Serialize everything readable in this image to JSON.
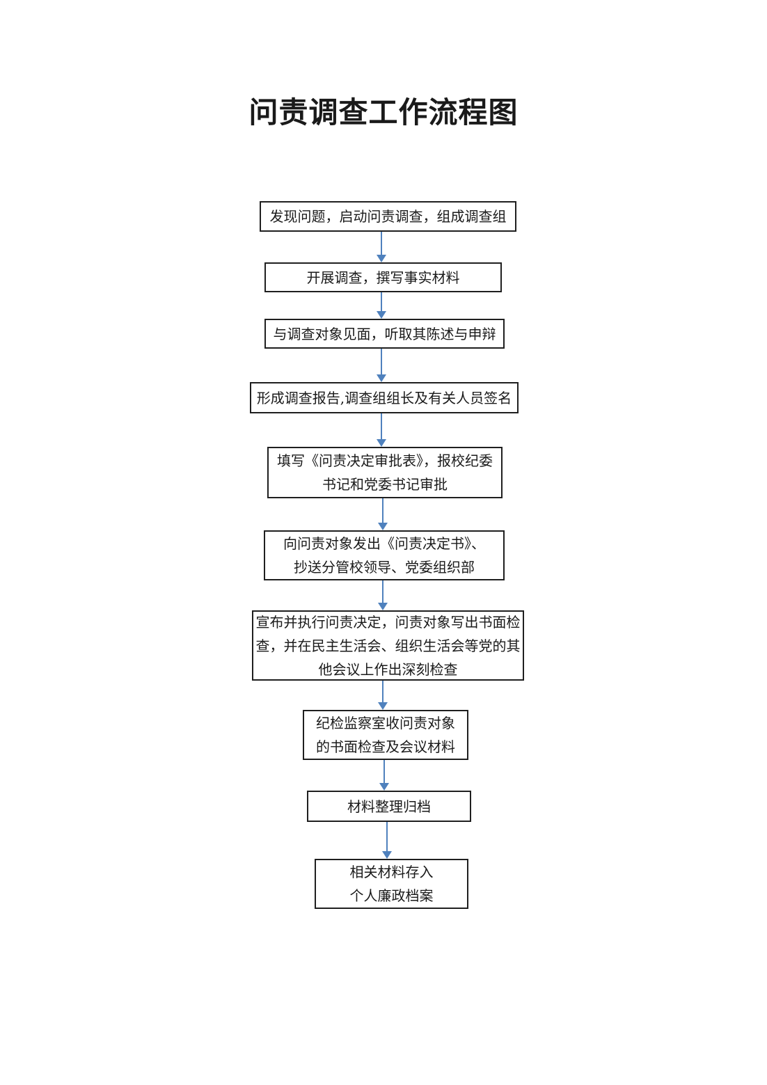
{
  "title": "问责调查工作流程图",
  "colors": {
    "arrow": "#4f81bd",
    "box_border": "#1f1f1f",
    "text": "#1a1a1a"
  },
  "flowchart": {
    "steps": [
      {
        "label": "发现问题，启动问责调查，组成调查组"
      },
      {
        "label": "开展调查，撰写事实材料"
      },
      {
        "label": "与调查对象见面，听取其陈述与申辩"
      },
      {
        "label": "形成调查报告,调查组组长及有关人员签名"
      },
      {
        "label": "填写《问责决定审批表》，报校纪委\n书记和党委书记审批"
      },
      {
        "label": "向问责对象发出《问责决定书》、\n抄送分管校领导、党委组织部"
      },
      {
        "label": "宣布并执行问责决定，问责对象写出书面检\n查，并在民主生活会、组织生活会等党的其\n他会议上作出深刻检查"
      },
      {
        "label": "纪检监察室收问责对象\n的书面检查及会议材料"
      },
      {
        "label": "材料整理归档"
      },
      {
        "label": "相关材料存入\n个人廉政档案"
      }
    ]
  }
}
